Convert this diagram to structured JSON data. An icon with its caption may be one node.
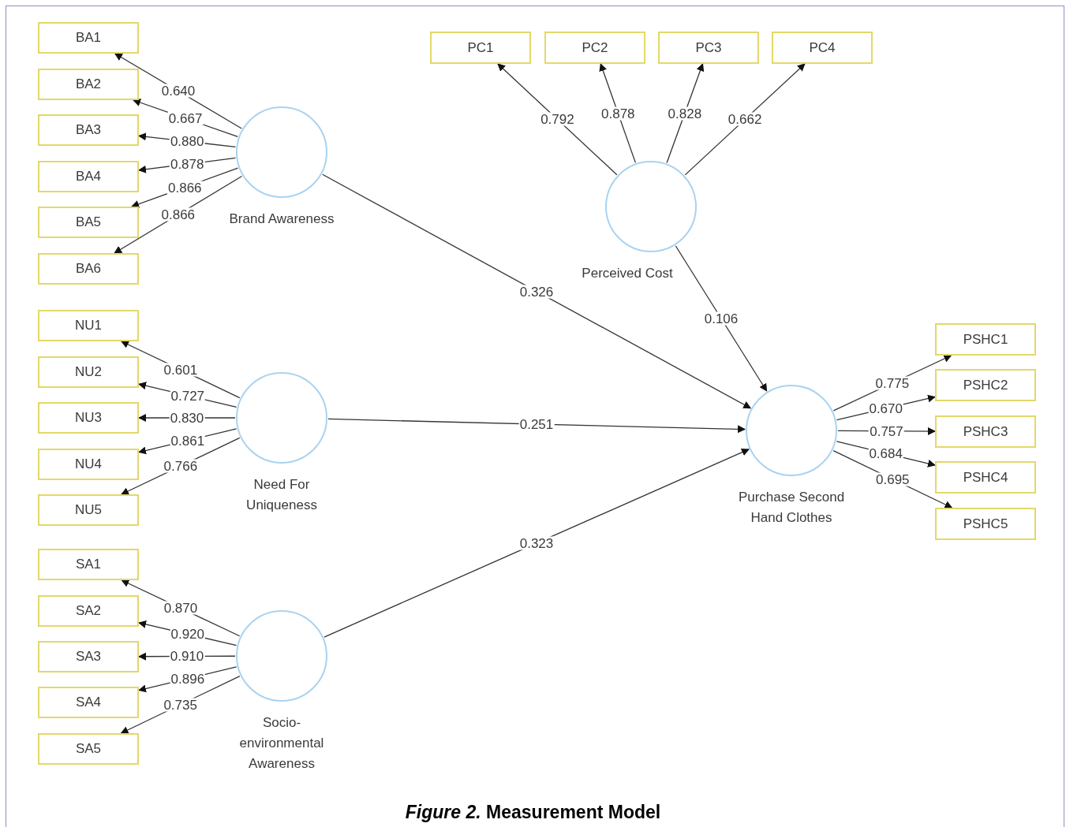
{
  "diagram": {
    "caption": "*Figure 2.* Measurement Model",
    "nodes": [
      {
        "text": [
          "BA1"
        ]
      },
      {
        "text": [
          "BA2"
        ]
      },
      {
        "text": [
          "BA3"
        ]
      },
      {
        "text": [
          "BA4"
        ]
      },
      {
        "text": [
          "BA5"
        ]
      },
      {
        "text": [
          "BA6"
        ]
      },
      {
        "text": [
          "Brand Awareness"
        ]
      },
      {
        "text": [
          "PC1"
        ]
      },
      {
        "text": [
          "PC2"
        ]
      },
      {
        "text": [
          "PC3"
        ]
      },
      {
        "text": [
          "PC4"
        ]
      },
      {
        "text": [
          "Perceived Cost"
        ]
      },
      {
        "text": [
          "NU1"
        ]
      },
      {
        "text": [
          "NU2"
        ]
      },
      {
        "text": [
          "NU3"
        ]
      },
      {
        "text": [
          "NU4"
        ]
      },
      {
        "text": [
          "NU5"
        ]
      },
      {
        "text": [
          "Need For Uniqueness"
        ]
      },
      {
        "text": [
          "PSHC1"
        ]
      },
      {
        "text": [
          "PSHC2"
        ]
      },
      {
        "text": [
          "PSHC3"
        ]
      },
      {
        "text": [
          "PSHC4"
        ]
      },
      {
        "text": [
          "PSHC5"
        ]
      },
      {
        "text": [
          "Purchase Second Hand Clothes"
        ]
      },
      {
        "text": [
          "SA1"
        ]
      },
      {
        "text": [
          "SA2"
        ]
      },
      {
        "text": [
          "SA3"
        ]
      },
      {
        "text": [
          "SA4"
        ]
      },
      {
        "text": [
          "SA5"
        ]
      },
      {
        "text": [
          "Socio-environmental Awareness"
        ]
      }
    ],
    "edges": [
      {
        "from": 6,
        "to": 0,
        "arrow": "to",
        "label": "0.640"
      },
      {
        "from": 6,
        "to": 1,
        "arrow": "to",
        "label": "0.667"
      },
      {
        "from": 6,
        "to": 2,
        "arrow": "to",
        "label": "0.880"
      },
      {
        "from": 6,
        "to": 3,
        "arrow": "to",
        "label": "0.878"
      },
      {
        "from": 6,
        "to": 4,
        "arrow": "to",
        "label": "0.866"
      },
      {
        "from": 6,
        "to": 5,
        "arrow": "to",
        "label": "0.866"
      },
      {
        "from": 11,
        "to": 7,
        "arrow": "to",
        "label": "0.792"
      },
      {
        "from": 11,
        "to": 8,
        "arrow": "to",
        "label": "0.878"
      },
      {
        "from": 11,
        "to": 9,
        "arrow": "to",
        "label": "0.828"
      },
      {
        "from": 11,
        "to": 10,
        "arrow": "to",
        "label": "0.662"
      },
      {
        "from": 17,
        "to": 12,
        "arrow": "to",
        "label": "0.601"
      },
      {
        "from": 17,
        "to": 13,
        "arrow": "to",
        "label": "0.727"
      },
      {
        "from": 17,
        "to": 14,
        "arrow": "to",
        "label": "0.830"
      },
      {
        "from": 17,
        "to": 15,
        "arrow": "to",
        "label": "0.861"
      },
      {
        "from": 17,
        "to": 16,
        "arrow": "to",
        "label": "0.766"
      },
      {
        "from": 23,
        "to": 18,
        "arrow": "to",
        "label": "0.775"
      },
      {
        "from": 23,
        "to": 19,
        "arrow": "to",
        "label": "0.670"
      },
      {
        "from": 23,
        "to": 20,
        "arrow": "to",
        "label": "0.757"
      },
      {
        "from": 23,
        "to": 21,
        "arrow": "to",
        "label": "0.684"
      },
      {
        "from": 23,
        "to": 22,
        "arrow": "to",
        "label": "0.695"
      },
      {
        "from": 29,
        "to": 24,
        "arrow": "to",
        "label": "0.870"
      },
      {
        "from": 29,
        "to": 25,
        "arrow": "to",
        "label": "0.920"
      },
      {
        "from": 29,
        "to": 26,
        "arrow": "to",
        "label": "0.910"
      },
      {
        "from": 29,
        "to": 27,
        "arrow": "to",
        "label": "0.896"
      },
      {
        "from": 29,
        "to": 28,
        "arrow": "to",
        "label": "0.735"
      },
      {
        "from": 6,
        "to": 23,
        "arrow": "to",
        "label": "0.326"
      },
      {
        "from": 11,
        "to": 23,
        "arrow": "to",
        "label": "0.106"
      },
      {
        "from": 17,
        "to": 23,
        "arrow": "to",
        "label": "0.251"
      },
      {
        "from": 29,
        "to": 23,
        "arrow": "to",
        "label": "0.323"
      }
    ]
  }
}
